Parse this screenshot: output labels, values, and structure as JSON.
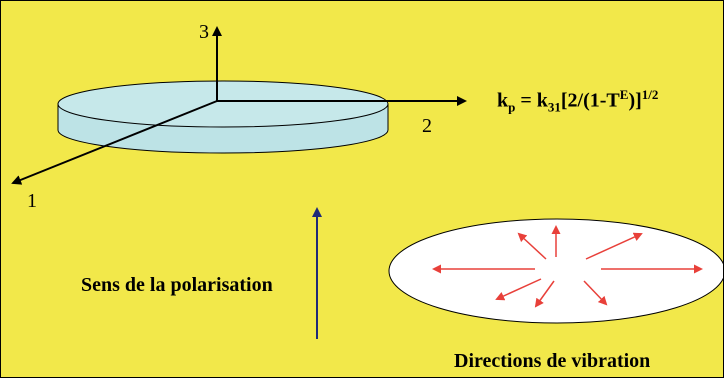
{
  "axes": {
    "axis1": "1",
    "axis2": "2",
    "axis3": "3"
  },
  "formula": {
    "lhs": "k",
    "lhs_sub": "p",
    "eq": " = k",
    "k31_sub": "31",
    "mid": "[2/(1-T",
    "t_sup": "E",
    "tail": ")]",
    "exp": "1/2"
  },
  "captions": {
    "polarisation": "Sens de la polarisation",
    "vibration": "Directions de vibration"
  },
  "colors": {
    "background": "#f2e84a",
    "disc": "#bde3e6",
    "polarisation_arrow": "#1f2a78",
    "vibration_arrows": "#e8403a"
  }
}
